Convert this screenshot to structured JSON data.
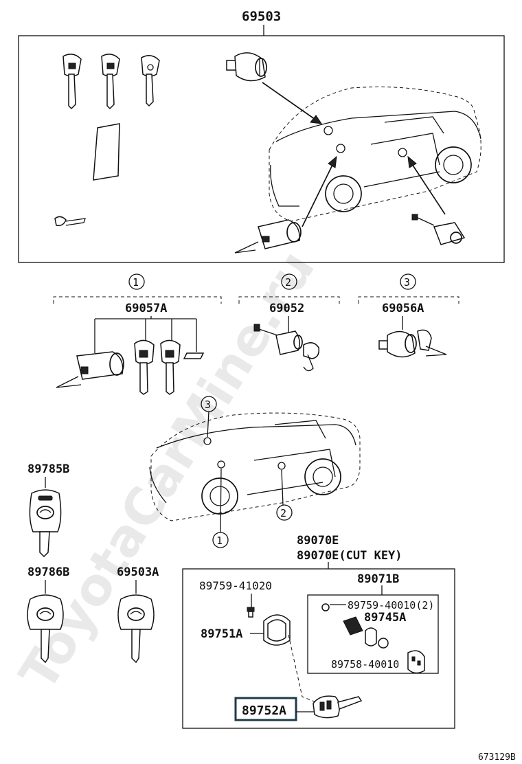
{
  "main_assembly": {
    "part_number": "69503"
  },
  "groups": [
    {
      "index": "1",
      "part_number": "69057A"
    },
    {
      "index": "2",
      "part_number": "69052"
    },
    {
      "index": "3",
      "part_number": "69056A"
    }
  ],
  "callouts": {
    "c1": "1",
    "c2": "2",
    "c3": "3"
  },
  "keys": {
    "k1": "89785B",
    "k2": "89786B",
    "k3": "69503A"
  },
  "remote_assembly": {
    "line1": "89070E",
    "line2": "89070E(CUT KEY)",
    "screw": "89759-41020",
    "case": "89751A",
    "highlighted": "89752A",
    "inner_box": {
      "title": "89071B",
      "screw": "89759-40010(2)",
      "board": "89745A",
      "cover": "89758-40010"
    }
  },
  "watermark": "ToyotaCarMine.ru",
  "figure_code": "673129B",
  "colors": {
    "ink": "#111111",
    "highlight_border": "#1f3a4a",
    "watermark": "#e9e9e9"
  }
}
